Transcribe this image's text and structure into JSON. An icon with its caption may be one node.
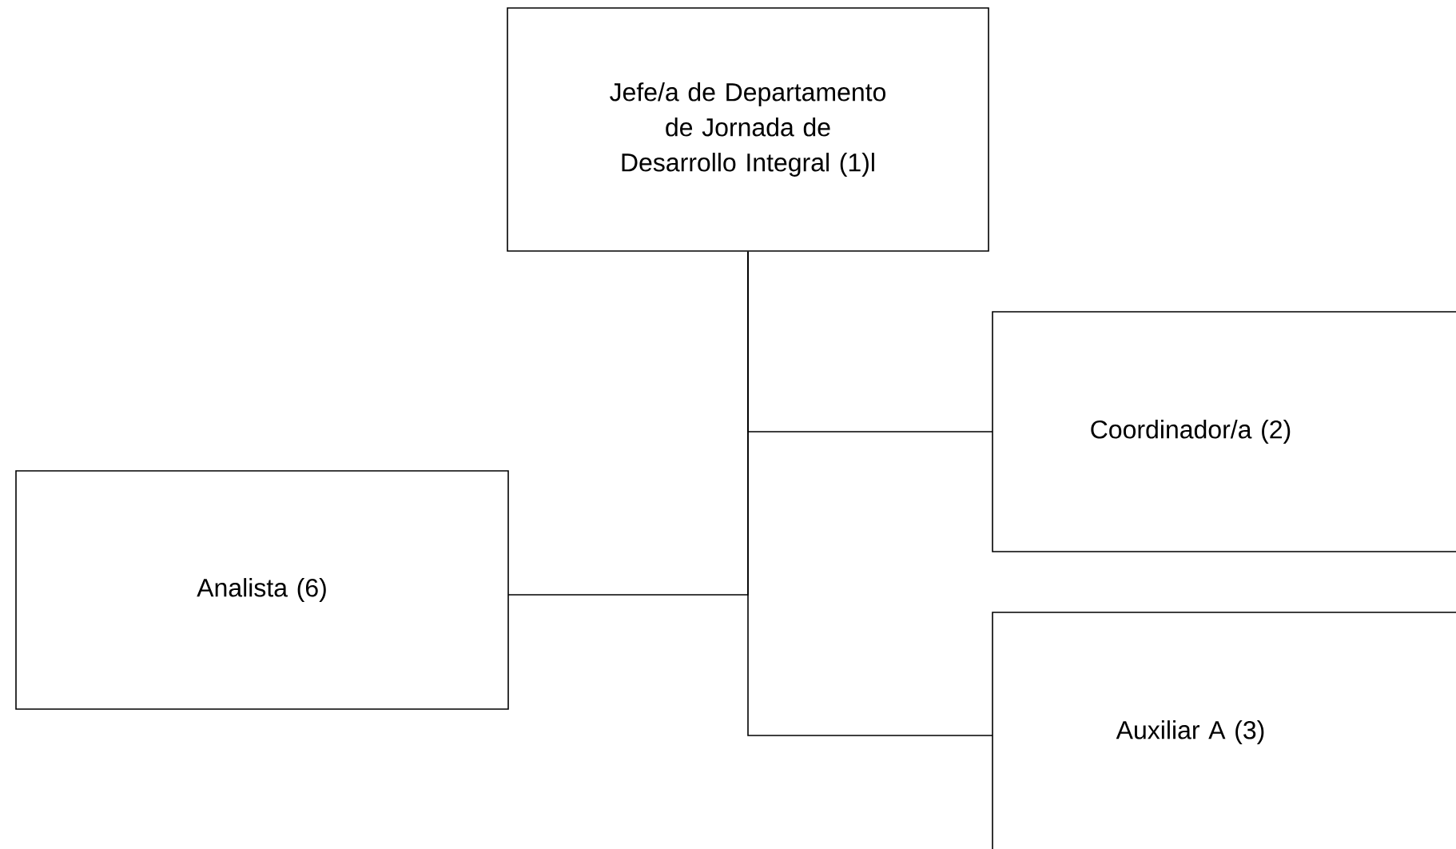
{
  "diagram": {
    "nodes": [
      {
        "text": [
          "Jefe/a de Departamento de Jornada de Desarrollo Integral (1)l"
        ]
      },
      {
        "text": [
          "Coordinador/a (2)"
        ]
      },
      {
        "text": [
          "Auxiliar A (3)"
        ]
      },
      {
        "text": [
          "Analista (6)"
        ]
      }
    ],
    "edges": [
      {
        "from": 0,
        "to": 1,
        "arrow": "none"
      },
      {
        "from": 0,
        "to": 2,
        "arrow": "none"
      },
      {
        "from": 0,
        "to": 3,
        "arrow": "none"
      }
    ]
  }
}
